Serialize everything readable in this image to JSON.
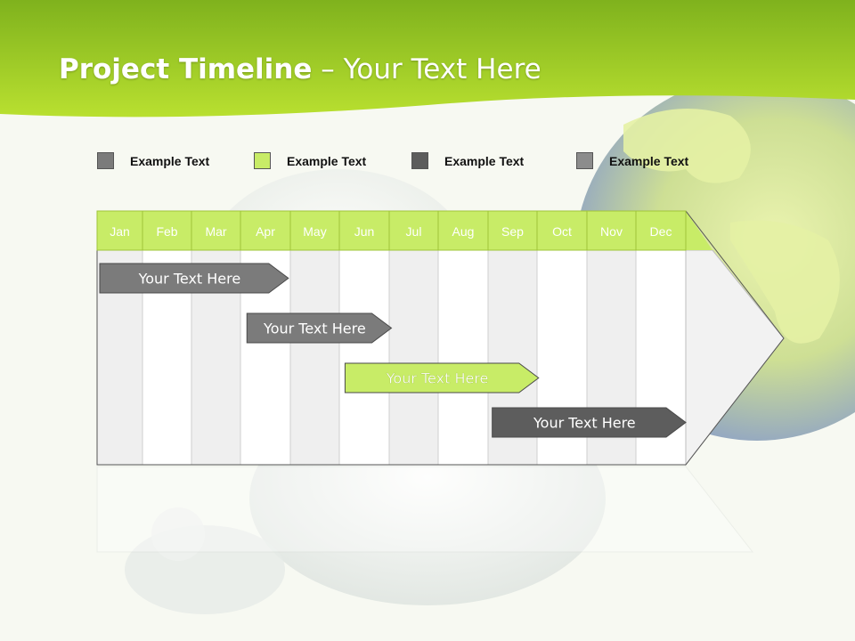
{
  "header": {
    "title_bold": "Project Timeline",
    "title_rest": " – Your Text Here"
  },
  "colors": {
    "accent_green": "#b7df3a",
    "light_green": "#c8ec67",
    "dark_gray": "#666666",
    "mid_gray": "#7a7a7a",
    "column_alt": "#efefef"
  },
  "legend": [
    {
      "label": "Example Text",
      "color": "#7b7b7b"
    },
    {
      "label": "Example Text",
      "color": "#c8ec67"
    },
    {
      "label": "Example Text",
      "color": "#5d5d5d"
    },
    {
      "label": "Example Text",
      "color": "#8c8c8c"
    }
  ],
  "timeline": {
    "months": [
      "Jan",
      "Feb",
      "Mar",
      "Apr",
      "May",
      "Jun",
      "Jul",
      "Aug",
      "Sep",
      "Oct",
      "Nov",
      "Dec"
    ],
    "tasks": [
      {
        "label": "Your  Text Here",
        "start": 0,
        "end": 3.9,
        "color": "#7b7b7b",
        "text_color": "#ffffff"
      },
      {
        "label": "Your  Text Here",
        "start": 3,
        "end": 6,
        "color": "#7b7b7b",
        "text_color": "#ffffff"
      },
      {
        "label": "Your  Text Here",
        "start": 5,
        "end": 9,
        "color": "#c8ec67",
        "text_color": "#ffffff"
      },
      {
        "label": "Your  Text Here",
        "start": 8,
        "end": 12,
        "color": "#5d5d5d",
        "text_color": "#ffffff"
      }
    ]
  }
}
